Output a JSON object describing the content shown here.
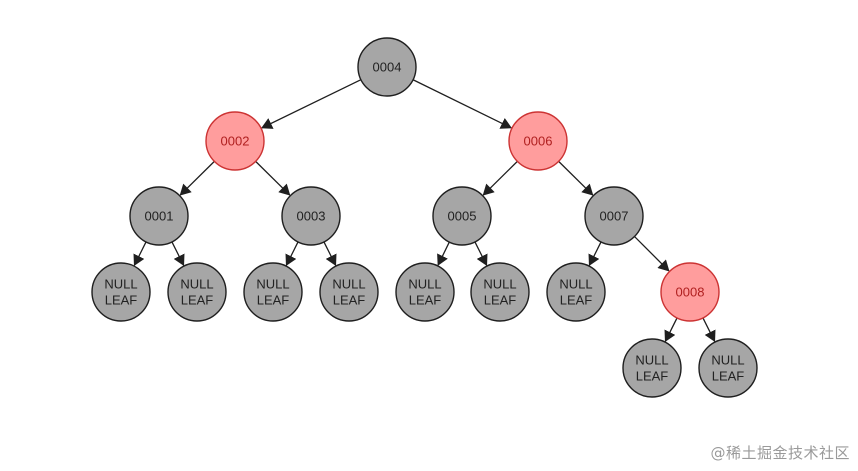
{
  "tree": {
    "colors": {
      "black_fill": "#a6a6a6",
      "black_stroke": "#1f1f1f",
      "black_text": "#222222",
      "red_fill": "#ff9d9d",
      "red_stroke": "#cc3333",
      "red_text": "#b02020",
      "edge": "#1f1f1f"
    },
    "nodes": [
      {
        "id": "n4",
        "label": [
          "0004"
        ],
        "color": "black"
      },
      {
        "id": "n2",
        "label": [
          "0002"
        ],
        "color": "red"
      },
      {
        "id": "n6",
        "label": [
          "0006"
        ],
        "color": "red"
      },
      {
        "id": "n1",
        "label": [
          "0001"
        ],
        "color": "black"
      },
      {
        "id": "n3",
        "label": [
          "0003"
        ],
        "color": "black"
      },
      {
        "id": "n5",
        "label": [
          "0005"
        ],
        "color": "black"
      },
      {
        "id": "n7",
        "label": [
          "0007"
        ],
        "color": "black"
      },
      {
        "id": "l1a",
        "label": [
          "NULL",
          "LEAF"
        ],
        "color": "black"
      },
      {
        "id": "l1b",
        "label": [
          "NULL",
          "LEAF"
        ],
        "color": "black"
      },
      {
        "id": "l3a",
        "label": [
          "NULL",
          "LEAF"
        ],
        "color": "black"
      },
      {
        "id": "l3b",
        "label": [
          "NULL",
          "LEAF"
        ],
        "color": "black"
      },
      {
        "id": "l5a",
        "label": [
          "NULL",
          "LEAF"
        ],
        "color": "black"
      },
      {
        "id": "l5b",
        "label": [
          "NULL",
          "LEAF"
        ],
        "color": "black"
      },
      {
        "id": "l7a",
        "label": [
          "NULL",
          "LEAF"
        ],
        "color": "black"
      },
      {
        "id": "n8",
        "label": [
          "0008"
        ],
        "color": "red"
      },
      {
        "id": "l8a",
        "label": [
          "NULL",
          "LEAF"
        ],
        "color": "black"
      },
      {
        "id": "l8b",
        "label": [
          "NULL",
          "LEAF"
        ],
        "color": "black"
      }
    ],
    "edges": [
      [
        "n4",
        "n2"
      ],
      [
        "n4",
        "n6"
      ],
      [
        "n2",
        "n1"
      ],
      [
        "n2",
        "n3"
      ],
      [
        "n6",
        "n5"
      ],
      [
        "n6",
        "n7"
      ],
      [
        "n1",
        "l1a"
      ],
      [
        "n1",
        "l1b"
      ],
      [
        "n3",
        "l3a"
      ],
      [
        "n3",
        "l3b"
      ],
      [
        "n5",
        "l5a"
      ],
      [
        "n5",
        "l5b"
      ],
      [
        "n7",
        "l7a"
      ],
      [
        "n7",
        "n8"
      ],
      [
        "n8",
        "l8a"
      ],
      [
        "n8",
        "l8b"
      ]
    ]
  },
  "watermark": "@稀土掘金技术社区"
}
